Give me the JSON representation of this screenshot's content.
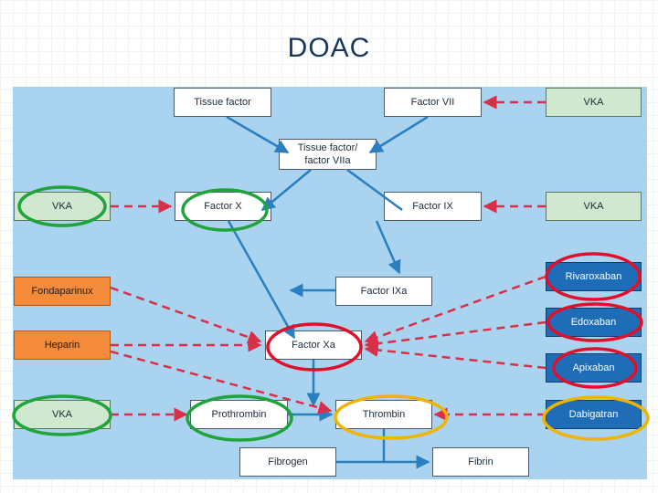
{
  "title": "DOAC",
  "nodes": {
    "tissue_factor": "Tissue factor",
    "factor_vii": "Factor VII",
    "vka_top": "VKA",
    "tf_viia_line1": "Tissue factor/",
    "tf_viia_line2": "factor VIIa",
    "vka_left_1": "VKA",
    "factor_x": "Factor X",
    "factor_ix": "Factor IX",
    "vka_right_2": "VKA",
    "rivaroxaban": "Rivaroxaban",
    "fondaparinux": "Fondaparinux",
    "factor_ixa": "Factor IXa",
    "edoxaban": "Edoxaban",
    "heparin": "Heparin",
    "factor_xa": "Factor Xa",
    "apixaban": "Apixaban",
    "vka_left_2": "VKA",
    "prothrombin": "Prothrombin",
    "thrombin": "Thrombin",
    "dabigatran": "Dabigatran",
    "fibrogen": "Fibrogen",
    "fibrin": "Fibrin"
  },
  "colors": {
    "panel": "#a9d3ef",
    "pathway_arrow": "#2a7fc1",
    "inhibition_arrow": "#d9304a",
    "highlight_red": "#e0102a",
    "highlight_green": "#1fa33a",
    "highlight_yellow": "#f0b400"
  }
}
